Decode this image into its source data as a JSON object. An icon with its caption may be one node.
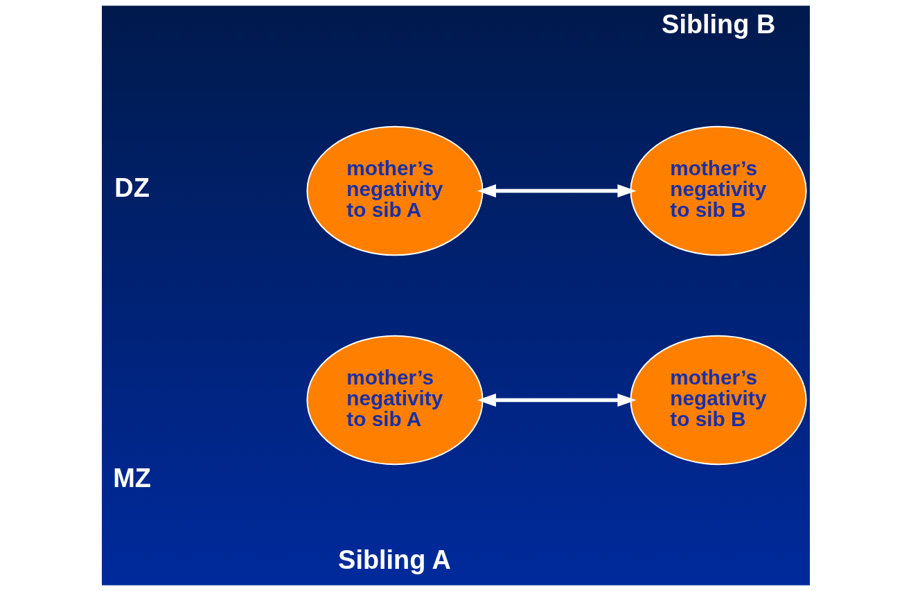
{
  "diagram": {
    "nodes": [
      {
        "text": [
          "mother’s negativity to sib A"
        ]
      },
      {
        "text": [
          "mother’s negativity to sib B"
        ]
      },
      {
        "text": [
          "mother’s negativity to sib A"
        ]
      },
      {
        "text": [
          "mother’s negativity to sib B"
        ]
      }
    ],
    "edges": [
      {
        "from": 0,
        "to": 1,
        "arrow": "both"
      },
      {
        "from": 2,
        "to": 3,
        "arrow": "both"
      }
    ],
    "labels": [
      "Sibling A",
      "Sibling B",
      "MZ",
      "DZ"
    ]
  }
}
